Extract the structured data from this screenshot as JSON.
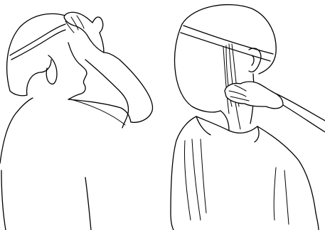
{
  "figure": {
    "panels": [
      {
        "id": "left",
        "content": "sectioning-hair-from-crown-to-ear"
      },
      {
        "id": "right",
        "content": "holding-hair-strand-behind-ear"
      }
    ]
  },
  "colors": {
    "stroke": "#000000",
    "background": "#ffffff"
  }
}
